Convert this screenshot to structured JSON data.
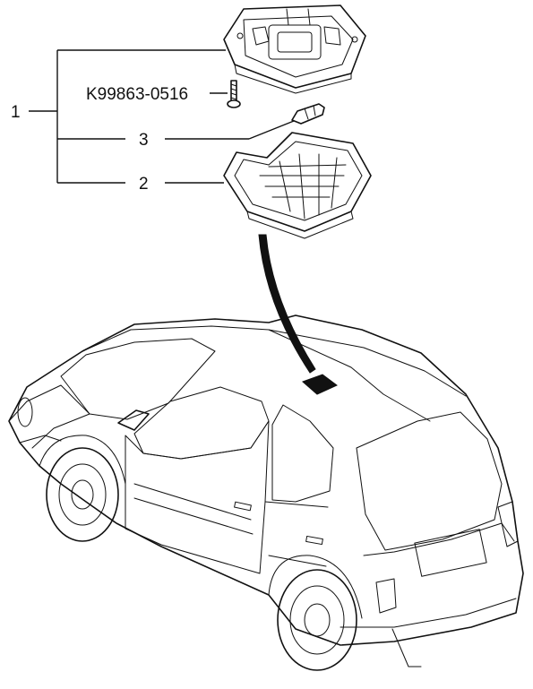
{
  "diagram": {
    "callouts": [
      {
        "id": "assembly",
        "number": "1"
      },
      {
        "id": "bulb",
        "number": "3"
      },
      {
        "id": "lens",
        "number": "2"
      }
    ],
    "screw_part_number": "K99863-0516"
  }
}
